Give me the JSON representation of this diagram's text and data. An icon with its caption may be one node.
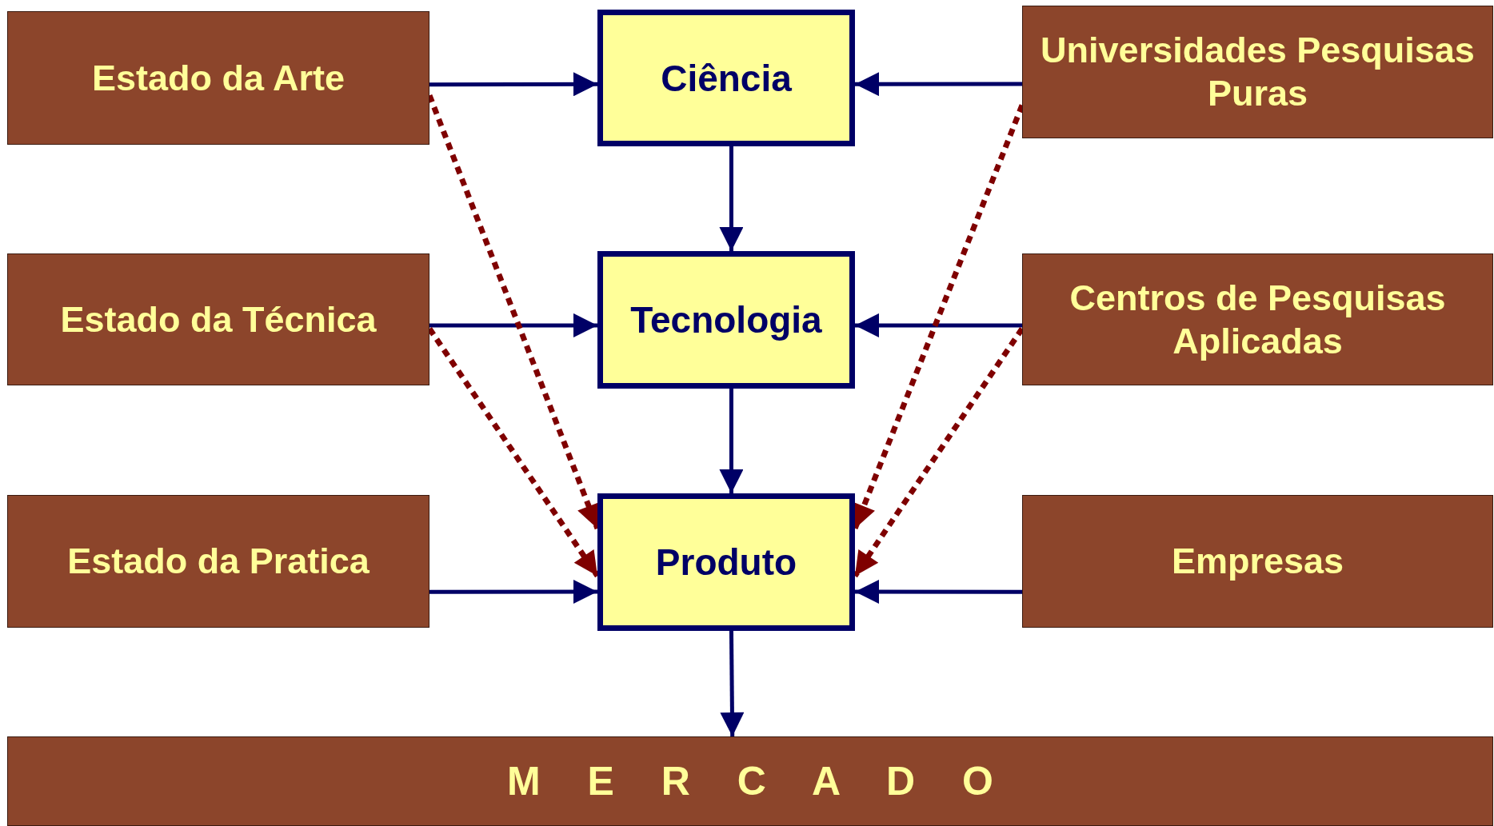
{
  "diagram": {
    "nodes": [
      {
        "text": [
          "Estado da Arte"
        ]
      },
      {
        "text": [
          "Ciência"
        ]
      },
      {
        "text": [
          "Universidades Pesquisas Puras"
        ]
      },
      {
        "text": [
          "Estado da Técnica"
        ]
      },
      {
        "text": [
          "Tecnologia"
        ]
      },
      {
        "text": [
          "Centros de Pesquisas Aplicadas"
        ]
      },
      {
        "text": [
          "Estado da Pratica"
        ]
      },
      {
        "text": [
          "Produto"
        ]
      },
      {
        "text": [
          "Empresas"
        ]
      },
      {
        "text": [
          "M E R C A D O"
        ]
      }
    ],
    "edges": [
      {
        "from": 0,
        "to": 1,
        "arrow": "to"
      },
      {
        "from": 2,
        "to": 1,
        "arrow": "to"
      },
      {
        "from": 1,
        "to": 4,
        "arrow": "to"
      },
      {
        "from": 3,
        "to": 4,
        "arrow": "to"
      },
      {
        "from": 5,
        "to": 4,
        "arrow": "to"
      },
      {
        "from": 4,
        "to": 7,
        "arrow": "to"
      },
      {
        "from": 6,
        "to": 7,
        "arrow": "to"
      },
      {
        "from": 8,
        "to": 7,
        "arrow": "to"
      },
      {
        "from": 7,
        "to": 9,
        "arrow": "to"
      },
      {
        "from": 0,
        "to": 7,
        "arrow": "to",
        "style": "dashed",
        "color": "#7f0000"
      },
      {
        "from": 3,
        "to": 7,
        "arrow": "to",
        "style": "dashed",
        "color": "#7f0000"
      },
      {
        "from": 2,
        "to": 7,
        "arrow": "to",
        "style": "dashed",
        "color": "#7f0000"
      },
      {
        "from": 5,
        "to": 7,
        "arrow": "to",
        "style": "dashed",
        "color": "#7f0000"
      }
    ]
  }
}
